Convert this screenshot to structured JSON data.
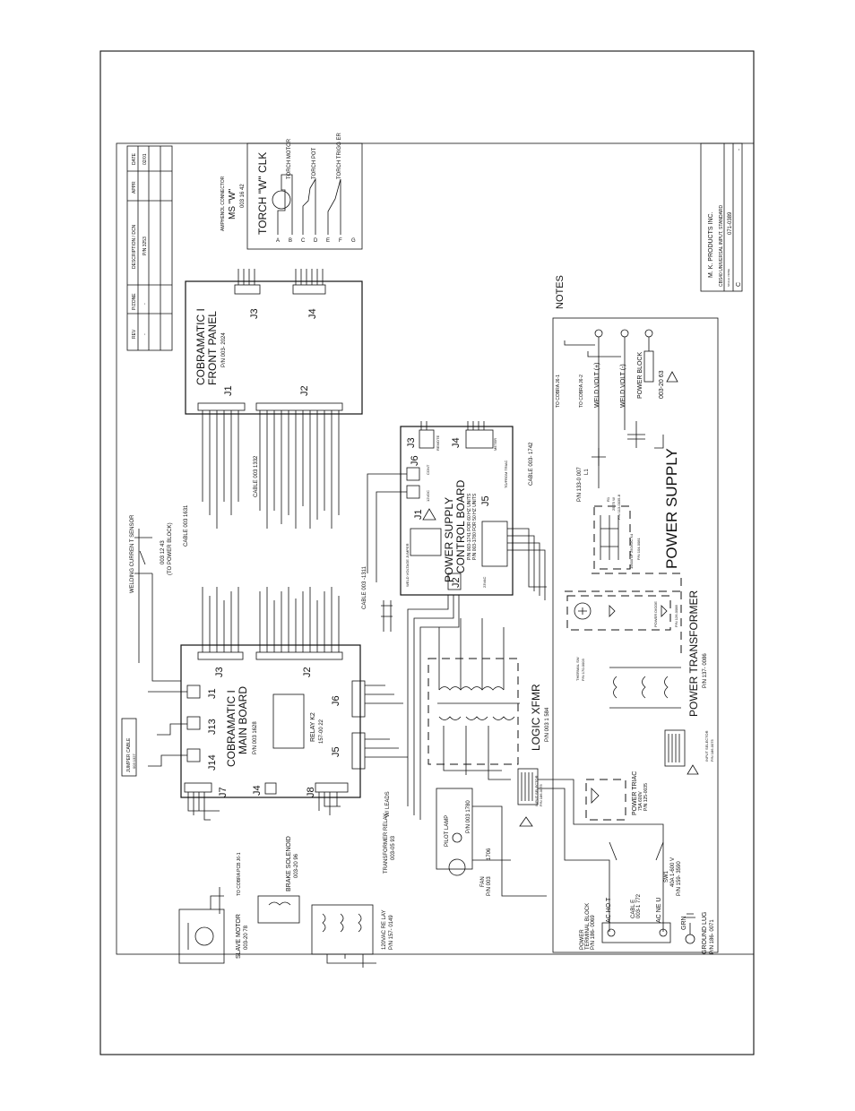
{
  "front_panel": {
    "title_1": "COBRAMATIC I",
    "title_2": "FRONT PANEL",
    "part_no": "P/N 003-    2024",
    "conn_j1": "J1",
    "conn_j2": "J2",
    "conn_j3": "J3",
    "conn_j4": "J4",
    "cable": "CABLE 003     1332"
  },
  "main_board": {
    "title_1": "COBRAMATIC I",
    "title_2": "MAIN BOARD",
    "part_no": "P/N 003       1628",
    "relay": "RELAY K2",
    "relay_pn": "157-00   22",
    "conns": [
      "J1",
      "J2",
      "J3",
      "J4",
      "J5",
      "J6",
      "J7",
      "J8",
      "J13",
      "J14"
    ]
  },
  "control_board": {
    "title_1": "POWER SUPPLY",
    "title_2": "CONTROL BOARD",
    "pn_line_1": "P/N 003-1741 FOR 60 HZ UNITS",
    "pn_line_2": "P/N 003-1780 FOR 50 HZ UNITS",
    "jumper": "WELD VOLTAGE JUMPER",
    "conns": [
      "J1",
      "J2",
      "J3",
      "J4",
      "J5",
      "J6"
    ],
    "j2_note": "23VAC",
    "j3_note": "REMOTE",
    "j4_note": "METER",
    "j5_note": "TO/FROM TRIAC",
    "j6_note": "CONT",
    "j1_note": "12VDC",
    "cable": "CABLE 003-     1742"
  },
  "torch_connector": {
    "header": "AMPHENOL CONNECTOR",
    "title_1": "MS \"W\"",
    "title_2": "003 16    42",
    "title_3": "TORCH \"W\" CLK",
    "pins": [
      "A",
      "B",
      "C",
      "D",
      "E",
      "F",
      "G"
    ],
    "motor": "TORCH MOTOR",
    "pot": "TORCH POT",
    "trigger": "TORCH TRIGG ER"
  },
  "revision_table": {
    "headers": [
      "REV",
      "P/ZONE",
      "DESCRIPTION / DCN",
      "APPR",
      "DATE"
    ],
    "row": [
      "-",
      "-",
      "P/N 3253",
      "",
      "02/01"
    ]
  },
  "current_sensor": {
    "title": "WELDING CURREN  T SENSOR",
    "pn": "003 12    43",
    "note": "(TO POWER     BLOCK)",
    "cable": "CABLE 003    1631"
  },
  "cable_1311": "CABLE 003    -1311",
  "jumper_cable": {
    "label": "JUMPER CABLE",
    "pn": "003 1327"
  },
  "logic_xfmr": {
    "title": "LOGIC XFMR",
    "pn": "P/N 003 1     584"
  },
  "input_selector": {
    "label": "INPUT SELECTOR",
    "pn": "P/N 186-0075"
  },
  "power_supply": "POWER SUPPLY",
  "power_transformer": {
    "title": "POWER TRANSFORMER",
    "pn": "P/N 137-      0086"
  },
  "notes_heading": "NOTES",
  "weld_volt_plus": "WELD VOLT (+)",
  "weld_volt_minus": "WELD VOLT (-)",
  "to_cobra_1": "TO COBRA J6-1",
  "to_cobra_2": "TO COBRA J6-2",
  "power_block": {
    "label": "POWER BLOCK",
    "pn": "003-20    63"
  },
  "inductor": {
    "pn": "P/N 133-0      007",
    "label": "L1"
  },
  "resistor": {
    "r": "R1",
    "value": "25.75 W",
    "pn": "P/N 113-0035-8"
  },
  "capacitor_bank": {
    "label": "CAP BANK",
    "value": "10000 uF 250VDC X4",
    "pn": "P/N 104-0081"
  },
  "power_diode": {
    "label": "POWER DIODE",
    "pn": "P/N 126-0088"
  },
  "thermal_sw": {
    "label": "THERMAL SW",
    "pn": "P/N 170-0003"
  },
  "power_triac": {
    "title": "POWER TRIAC",
    "rating": "75A 600V",
    "pn": "P/N 125-0035"
  },
  "sw1": {
    "title": "SW1",
    "rating": "40A 1-600 V",
    "pn": "P/N 159-    3590"
  },
  "terminal_block": {
    "line_1": "POWER",
    "line_2": "TERMINAL   BLOCK",
    "line_3": "P/N 186-     0069",
    "hot": "AC HO T",
    "neutral": "AC NE  U",
    "cable": "CABL E",
    "cable_pn": "003-1    772",
    "grn": "GRN",
    "lug": "GROUND LUG",
    "lug_pn": "P/N 186-   0071"
  },
  "pilot_lamp": {
    "label": "PILOT LAMP",
    "pn": "P/N 003 1780"
  },
  "fan": {
    "label": "FAN",
    "pn": "P/N 003",
    "pn2": "1706"
  },
  "transformer_relay": {
    "label": "TRANSFORMER RELAY",
    "pn": "003-05    93",
    "wleads": "W/ LEADS"
  },
  "relay_120": {
    "label": "120VAC RE   LAY",
    "pn": "P/N 157-    0149"
  },
  "brake_solenoid": {
    "label": "BRAKE SOLENOID",
    "pn": "003-20    96"
  },
  "slave_motor": {
    "label": "SLAVE MOTOR",
    "pn": "003-20   78",
    "to_j6": "TO COBRA PCB J6-1"
  },
  "title_block": {
    "company": "M. K. PRODUCTS INC.",
    "title": "CBS40 UNIVERSAL INPUT,      STANDARD",
    "drawing_no": "071-0389",
    "size": "C",
    "rev": "-",
    "scale": "SCALE: NONE"
  }
}
